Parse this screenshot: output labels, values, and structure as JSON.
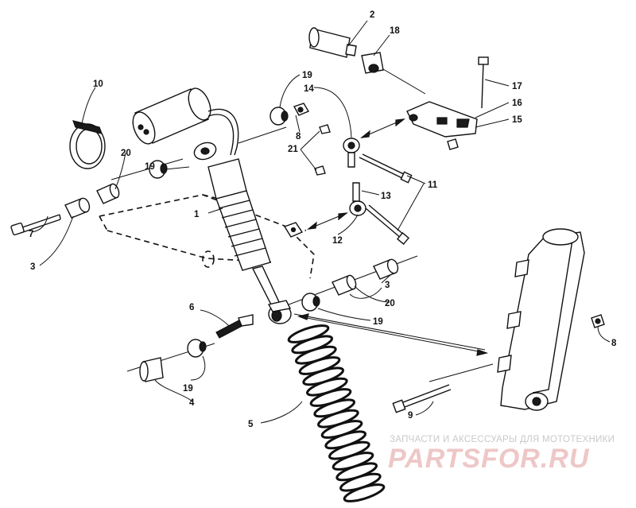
{
  "diagram": {
    "callouts": {
      "c1": "1",
      "c2": "2",
      "c3a": "3",
      "c3b": "3",
      "c4": "4",
      "c5": "5",
      "c6": "6",
      "c7": "7",
      "c8a": "8",
      "c8b": "8",
      "c9": "9",
      "c10": "10",
      "c11": "11",
      "c12": "12",
      "c13": "13",
      "c14": "14",
      "c15": "15",
      "c16": "16",
      "c17": "17",
      "c18": "18",
      "c19a": "19",
      "c19b": "19",
      "c19c": "19",
      "c19d": "19",
      "c20a": "20",
      "c20b": "20",
      "c21": "21"
    }
  },
  "watermark": {
    "tagline": "ЗАПЧАСТИ И АКСЕССУАРЫ ДЛЯ МОТОТЕХНИКИ",
    "logo": "PARTSFOR.RU"
  }
}
